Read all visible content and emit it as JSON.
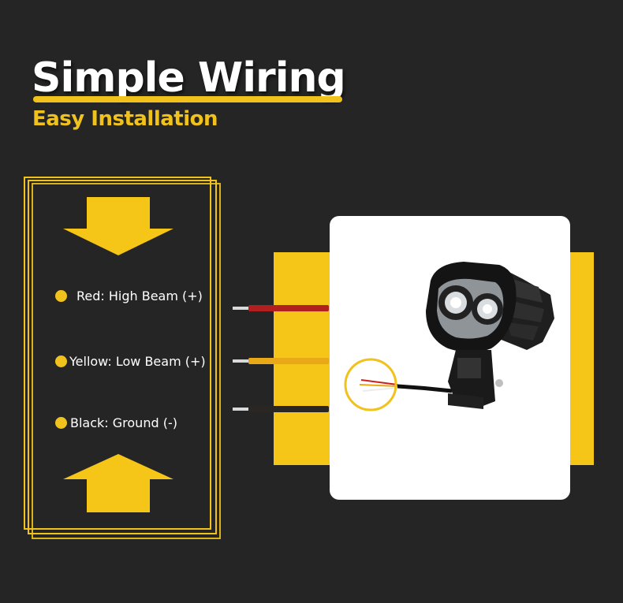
{
  "header": {
    "title": "Simple Wiring",
    "subtitle": "Easy Installation"
  },
  "wiring": {
    "items": [
      {
        "label": "Red: High Beam (+)",
        "wire_color": "#b21f1f"
      },
      {
        "label": "Yellow: Low Beam (+)",
        "wire_color": "#e8a817"
      },
      {
        "label": "Black: Ground (-)",
        "wire_color": "#2a2623"
      }
    ]
  },
  "colors": {
    "background": "#262525",
    "accent": "#f1c21b",
    "text": "#ffffff"
  },
  "icons": {
    "top": "down-arrow-icon",
    "bottom": "up-arrow-icon",
    "product": "motorcycle-led-spotlight"
  }
}
